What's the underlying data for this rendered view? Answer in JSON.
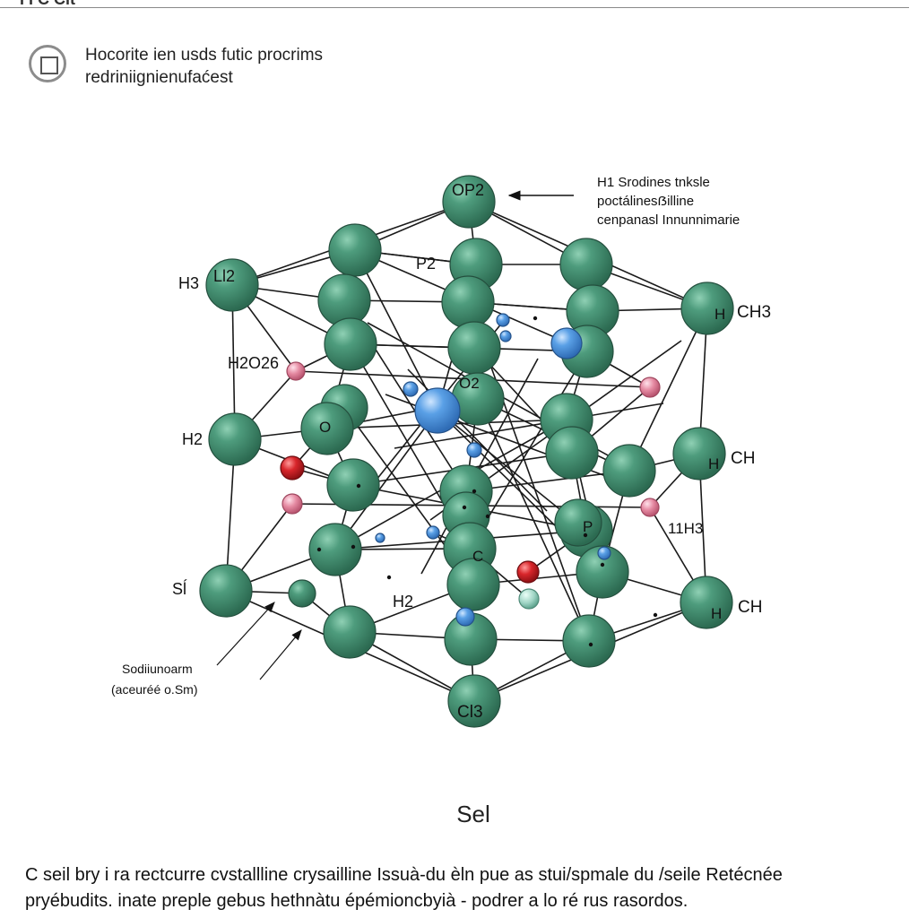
{
  "header": {
    "line1": "Hocorite ien usds futic procrims",
    "line2": "redriniignienufaćest"
  },
  "callout_top": {
    "line1": "H1 Srodines tnksle",
    "line2": "poctálinesẞilline",
    "line3": "cenpanasl Innunnimarie"
  },
  "callout_bottom": {
    "line1": "Sodiiunoarm",
    "line2": "(aceuréé o.Sm)"
  },
  "atom_labels": {
    "top": "OP2",
    "left_top_outer": "H3",
    "left_top_atom": "Ll2",
    "p2": "P2",
    "h2o2": "H2O26",
    "left_mid_outer": "H2",
    "o_left": "O",
    "center_o2": "O2",
    "sil": "Sĺ",
    "h2_center": "H2",
    "cl3": "Cl3",
    "right_ch3_h": "H",
    "right_ch3": "CH3",
    "right_ch_h": "H",
    "right_ch": "CH",
    "right_1h3": "11H3",
    "right_p": "P",
    "right_bottom_h": "H",
    "right_bottom_ch": "CH",
    "c_center": "C"
  },
  "caption": "Sel",
  "bottom": {
    "line1": "C seil bry i ra rectcurre cvstallline crysailline Issuà-du èln pue as stui/spmale du /seile Retécnée",
    "line2": "pryébudits. inate preple gebus hethnàtu épémioncbyià - podrer a lo ré rus rasordos."
  },
  "top_cut": "I I C Cit",
  "colors": {
    "atom_green": "#3f8c6e",
    "atom_blue": "#4f8fd6",
    "atom_pink": "#e07a93",
    "atom_red": "#d0262a",
    "atom_teal": "#9fd4c4",
    "bond": "#1a1a1a"
  }
}
